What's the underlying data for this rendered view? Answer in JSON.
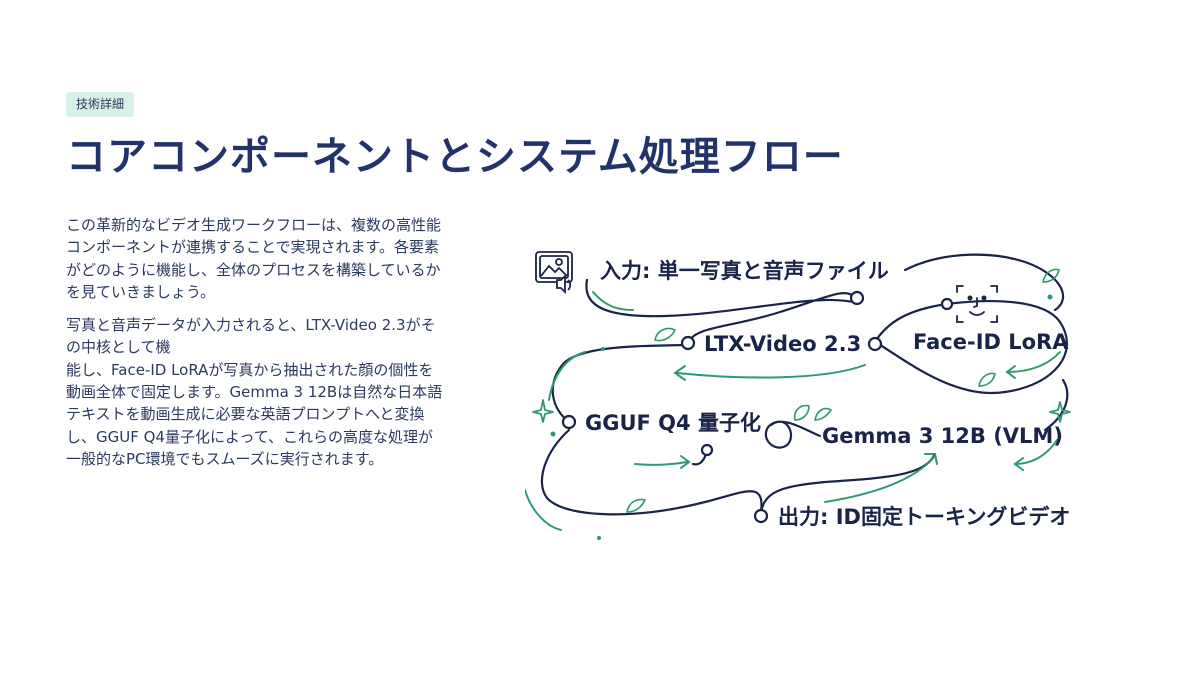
{
  "badge": "技術詳細",
  "title": "コアコンポーネントとシステム処理フロー",
  "paragraphs": {
    "p1": "この革新的なビデオ生成ワークフローは、複数の高性能コンポーネントが連携することで実現されます。各要素がどのように機能し、全体のプロセスを構築しているかを見ていきましょう。",
    "p2_line1": "写真と音声データが入力されると、LTX-Video 2.3がその中核として機",
    "p2_line2": "能し、Face-ID LoRAが写真から抽出された顔の個性を動画全体で固定します。Gemma 3 12Bは自然な日本語テキストを動画生成に必要な英語プロンプトへと変換し、GGUF Q4量子化によって、これらの高度な処理が一般的なPC環境でもスムーズに実行されます。"
  },
  "diagram": {
    "nodes": {
      "input": "入力: 単一写真と音声ファイル",
      "ltx": "LTX-Video 2.3",
      "faceid": "Face-ID LoRA",
      "gguf": "GGUF Q4 量子化",
      "gemma": "Gemma 3 12B (VLM)",
      "output": "出力: ID固定トーキングビデオ"
    },
    "icons": [
      "image-audio-icon",
      "face-scan-icon"
    ],
    "colors": {
      "line": "#1a2348",
      "accent": "#2e9a6e"
    }
  }
}
